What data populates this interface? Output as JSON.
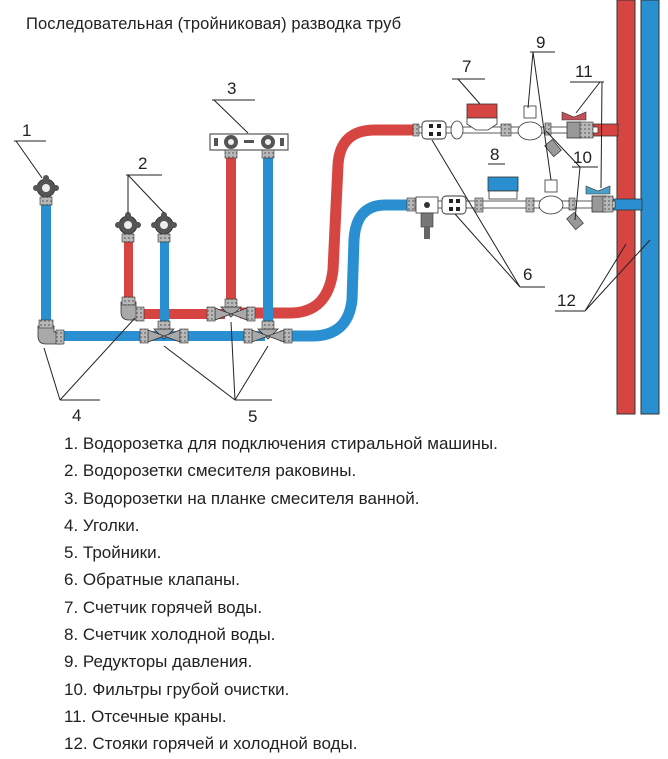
{
  "title": "Последовательная (тройниковая) разводка труб",
  "colors": {
    "hot": "#d64541",
    "cold": "#2a8fd0",
    "fitting": "#a9a9a9",
    "outline": "#333333"
  },
  "callouts": [
    "1",
    "2",
    "3",
    "4",
    "5",
    "6",
    "7",
    "8",
    "9",
    "10",
    "11",
    "12"
  ],
  "legend": [
    {
      "num": "1.",
      "text": "Водорозетка для подключения стиральной машины."
    },
    {
      "num": "2.",
      "text": "Водорозетки смесителя раковины."
    },
    {
      "num": "3.",
      "text": "Водорозетки на планке смесителя ванной."
    },
    {
      "num": "4.",
      "text": "Уголки."
    },
    {
      "num": "5.",
      "text": "Тройники."
    },
    {
      "num": "6.",
      "text": "Обратные клапаны."
    },
    {
      "num": "7.",
      "text": "Счетчик горячей воды."
    },
    {
      "num": "8.",
      "text": "Счетчик холодной воды."
    },
    {
      "num": "9.",
      "text": "Редукторы давления."
    },
    {
      "num": "10.",
      "text": "Фильтры грубой очистки."
    },
    {
      "num": "11.",
      "text": "Отсечные краны."
    },
    {
      "num": "12.",
      "text": "Стояки горячей и холодной воды."
    }
  ]
}
